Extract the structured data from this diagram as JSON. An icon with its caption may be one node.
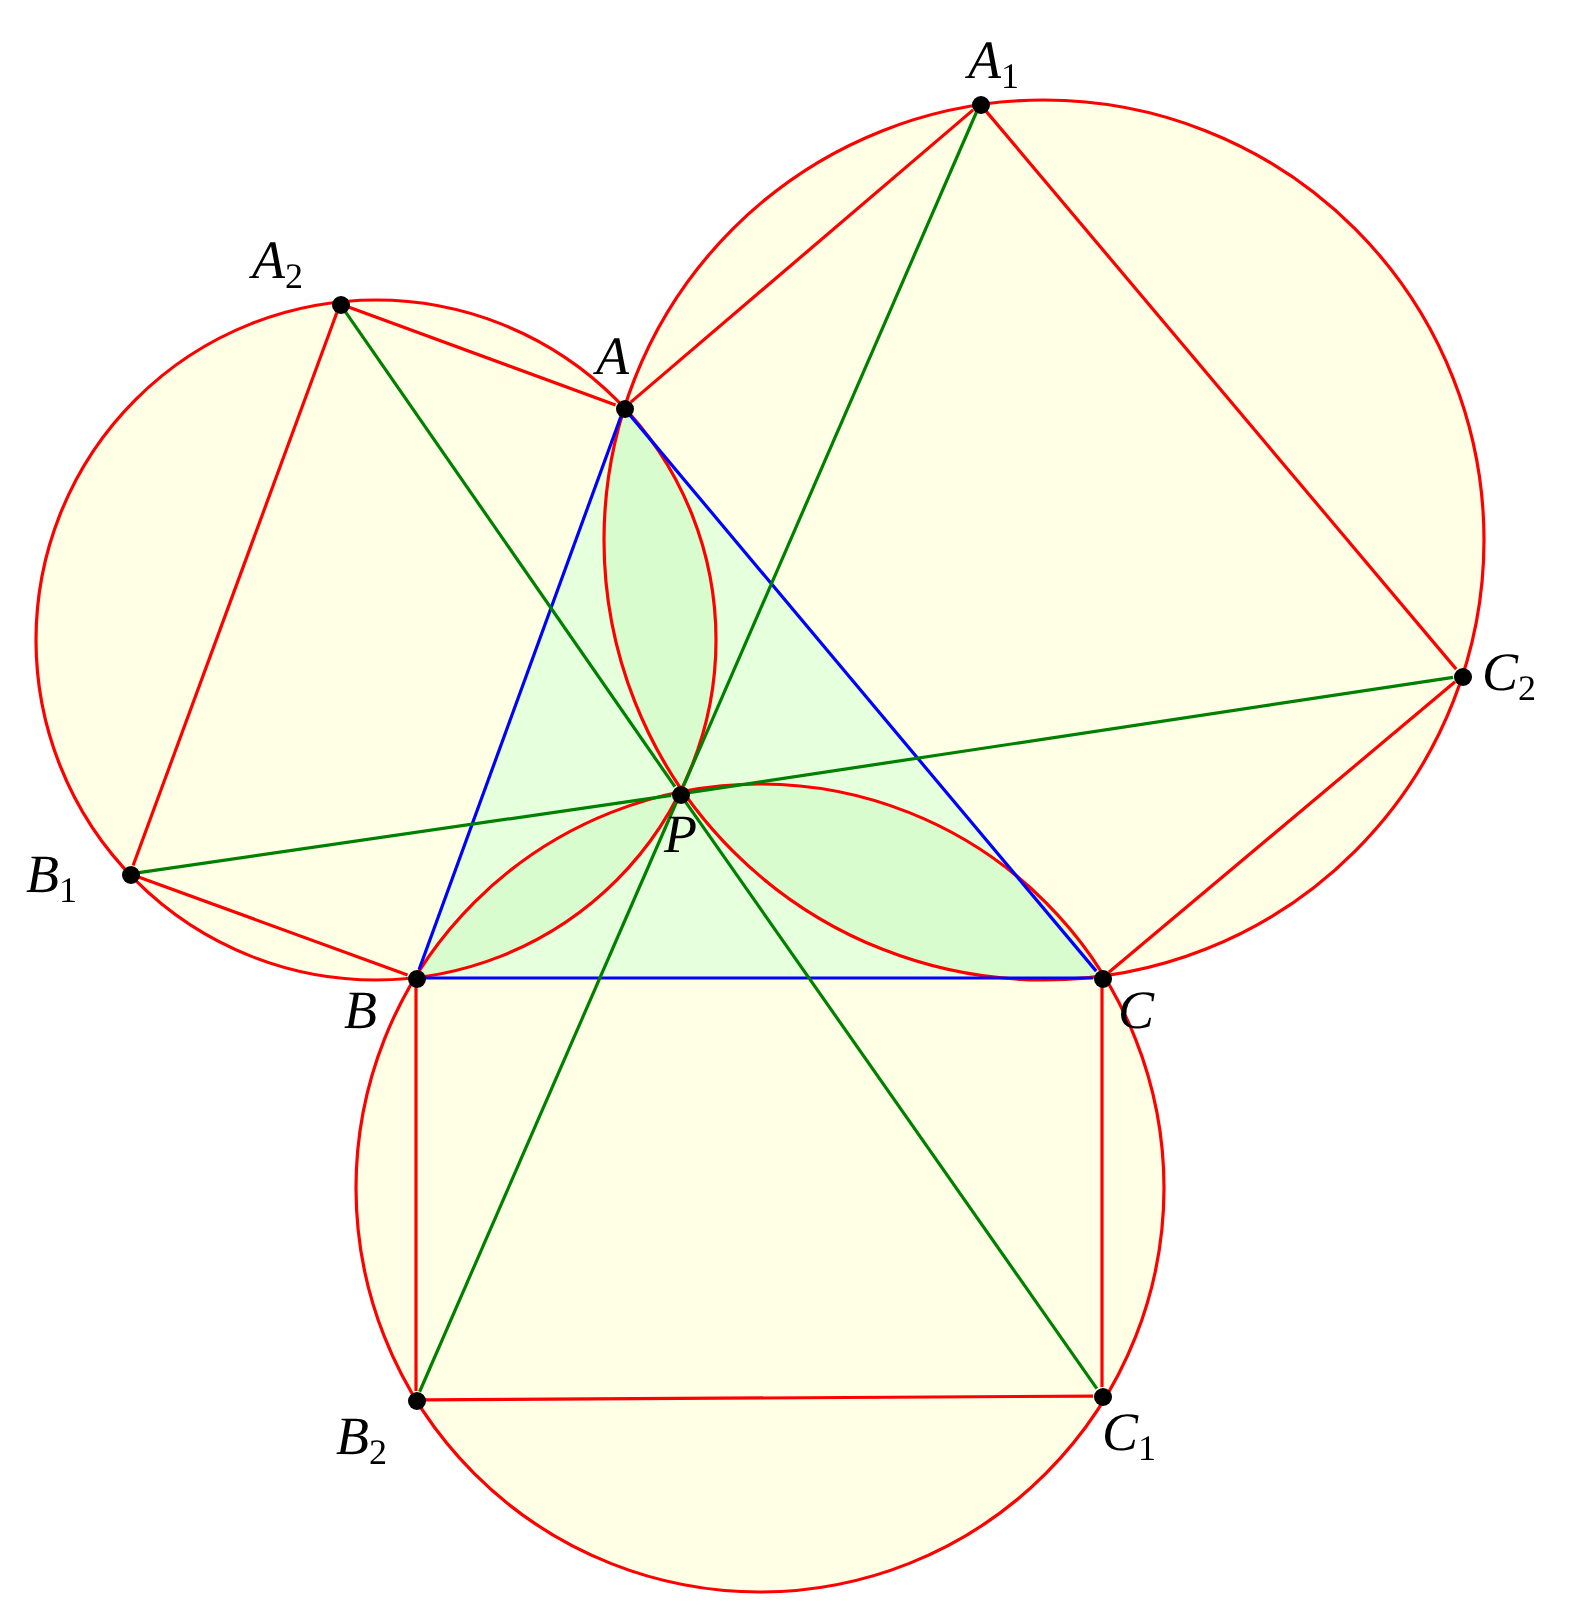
{
  "diagram": {
    "nodes": [
      {
        "text": [],
        "shape": "circle",
        "beside": [
          "A"
        ]
      },
      {
        "text": [],
        "shape": "circle",
        "beside": [
          "B"
        ]
      },
      {
        "text": [],
        "shape": "circle",
        "beside": [
          "C"
        ]
      },
      {
        "text": [],
        "shape": "circle",
        "beside": [
          "P"
        ]
      },
      {
        "text": [],
        "shape": "circle",
        "beside": [
          "A$_{1}$"
        ]
      },
      {
        "text": [],
        "shape": "circle",
        "beside": [
          "A$_{2}$"
        ]
      },
      {
        "text": [],
        "shape": "circle",
        "beside": [
          "B$_{1}$"
        ]
      },
      {
        "text": [],
        "shape": "circle",
        "beside": [
          "B$_{2}$"
        ]
      },
      {
        "text": [],
        "shape": "circle",
        "beside": [
          "C$_{1}$"
        ]
      },
      {
        "text": [],
        "shape": "circle",
        "beside": [
          "C$_{2}$"
        ]
      }
    ],
    "edges": [
      {
        "from": 0,
        "to": 1,
        "arrow": "none",
        "color": "#0000ff"
      },
      {
        "from": 1,
        "to": 2,
        "arrow": "none",
        "color": "#0000ff"
      },
      {
        "from": 2,
        "to": 0,
        "arrow": "none",
        "color": "#0000ff"
      },
      {
        "from": 0,
        "to": 4,
        "arrow": "none"
      },
      {
        "from": 4,
        "to": 9,
        "arrow": "none"
      },
      {
        "from": 9,
        "to": 2,
        "arrow": "none"
      },
      {
        "from": 0,
        "to": 5,
        "arrow": "none"
      },
      {
        "from": 5,
        "to": 6,
        "arrow": "none"
      },
      {
        "from": 6,
        "to": 1,
        "arrow": "none"
      },
      {
        "from": 1,
        "to": 7,
        "arrow": "none"
      },
      {
        "from": 7,
        "to": 8,
        "arrow": "none"
      },
      {
        "from": 8,
        "to": 2,
        "arrow": "none"
      },
      {
        "from": 4,
        "to": 3,
        "arrow": "none",
        "color": "#008000"
      },
      {
        "from": 3,
        "to": 7,
        "arrow": "none",
        "color": "#008000"
      },
      {
        "from": 5,
        "to": 3,
        "arrow": "none",
        "color": "#008000"
      },
      {
        "from": 3,
        "to": 8,
        "arrow": "none",
        "color": "#008000"
      },
      {
        "from": 6,
        "to": 3,
        "arrow": "none",
        "color": "#008000"
      },
      {
        "from": 3,
        "to": 9,
        "arrow": "none",
        "color": "#008000"
      }
    ]
  }
}
